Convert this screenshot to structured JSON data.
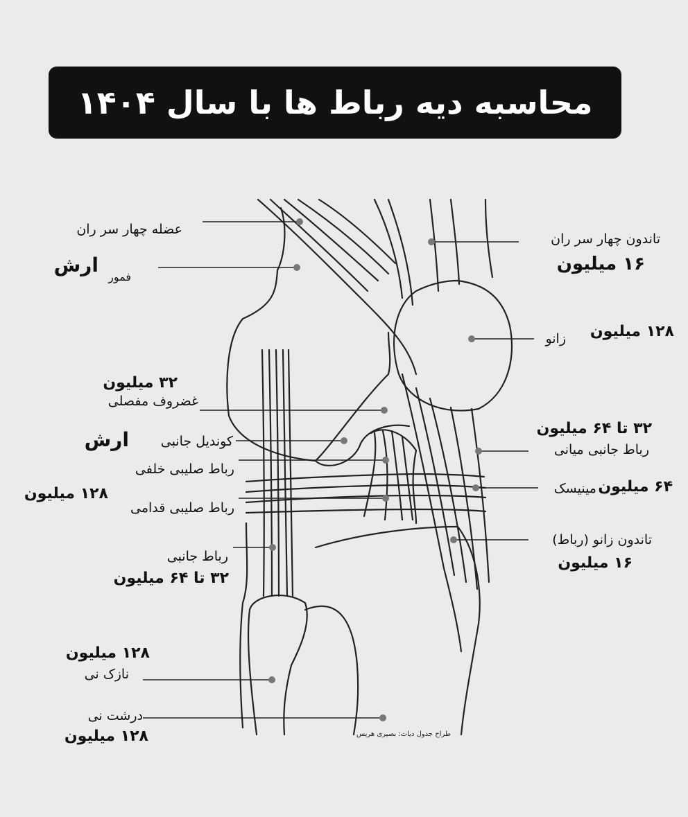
{
  "title": "محاسبه دیه رباط ها با سال ۱۴۰۴",
  "labels": {
    "quad_muscle": "عضله چهار سر ران",
    "quad_muscle_price": "ارش",
    "femur": "فمور",
    "quad_tendon": "تاندون چهار سر ران",
    "quad_tendon_price": "۱۶ میلیون",
    "knee": "زانو",
    "knee_price": "۱۲۸ میلیون",
    "cartilage_price": "۳۲ میلیون",
    "cartilage": "غضروف مفصلی",
    "condyle": "کوندیل جانبی",
    "condyle_price": "ارش",
    "pcl": "رباط صلیبی خلفی",
    "acl_price": "۱۲۸ میلیون",
    "acl": "رباط صلیبی قدامی",
    "mcl_price": "۳۲ تا ۶۴ میلیون",
    "mcl": "رباط جانبی میانی",
    "meniscus_price": "۶۴ میلیون",
    "meniscus": "مینیسک",
    "patellar_tendon": "تاندون زانو (رباط)",
    "patellar_tendon_price": "۱۶ میلیون",
    "lcl": "رباط جانبی",
    "lcl_price": "۳۲ تا ۶۴ میلیون",
    "fibula_price": "۱۲۸ میلیون",
    "fibula": "نازک نی",
    "tibia": "درشت نی",
    "tibia_price": "۱۲۸ میلیون",
    "credit": "طراح جدول دیات: بصیری هریس"
  },
  "colors": {
    "background": "#ebebeb",
    "title_bar": "#111111",
    "title_text": "#ffffff",
    "line": "#222222",
    "dot": "#777777"
  }
}
